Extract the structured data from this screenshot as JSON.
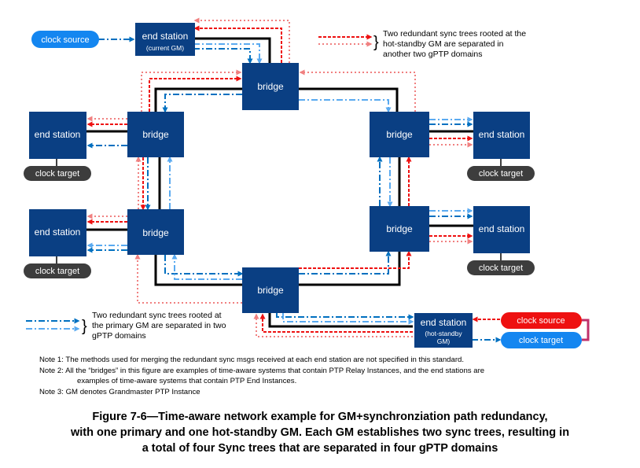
{
  "colors": {
    "box": "#0a3f83",
    "pill_blue": "#1486f0",
    "pill_red": "#ee1111",
    "pill_gray": "#3d3d3d",
    "primary_dark": "#0070c0",
    "primary_light": "#5aaaf0",
    "standby_dark": "#ee1111",
    "standby_light": "#f08080",
    "physical_link": "#000000"
  },
  "nodes": {
    "gm_primary": {
      "label": "end station",
      "sub": "(current GM)"
    },
    "gm_standby": {
      "label": "end station",
      "sub1": "(hot-standby",
      "sub2": "GM)"
    },
    "bridge_top": "bridge",
    "bridge_left_upper": "bridge",
    "bridge_left_lower": "bridge",
    "bridge_right_upper": "bridge",
    "bridge_right_lower": "bridge",
    "bridge_bottom": "bridge",
    "es_left_upper": "end station",
    "es_left_lower": "end station",
    "es_right_upper": "end station",
    "es_right_lower": "end station"
  },
  "pills": {
    "clock_source_primary": "clock source",
    "clock_source_standby": "clock source",
    "clock_target_standby": "clock target",
    "clock_target_left_upper": "clock target",
    "clock_target_left_lower": "clock target",
    "clock_target_right_upper": "clock target",
    "clock_target_right_lower": "clock target"
  },
  "legend": {
    "standby": [
      "Two redundant sync trees rooted at the",
      "hot-standby GM are separated in",
      "another two gPTP domains"
    ],
    "primary": [
      "Two redundant sync trees rooted at",
      "the primary GM are separated in two",
      "gPTP domains"
    ]
  },
  "notes": [
    "Note 1: The methods used for merging the redundant sync msgs received at each end station are not specified in this standard.",
    "Note 2: All the “bridges” in this figure are examples of time-aware systems that contain PTP Relay Instances, and the end stations are",
    "examples of time-aware systems that contain PTP End Instances.",
    "Note 3: GM denotes Grandmaster PTP Instance"
  ],
  "caption": [
    "Figure 7-6—Time-aware network example for GM+synchronziation path redundancy,",
    "with one primary and one hot-standby GM. Each GM establishes two sync trees, resulting in",
    "a total of four Sync trees that are separated in four gPTP domains"
  ]
}
